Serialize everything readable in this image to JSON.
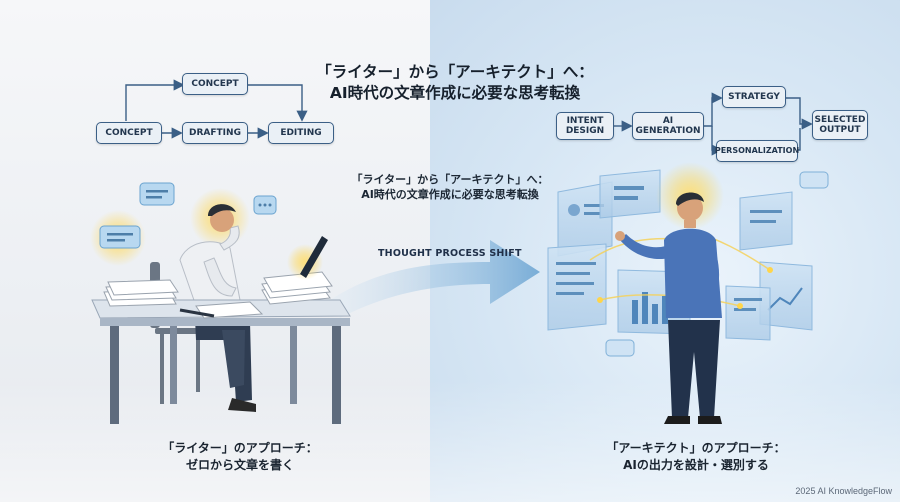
{
  "title": {
    "line1": "「ライター」から「アーキテクト」へ：",
    "line2": "AI時代の文章作成に必要な思考転換"
  },
  "subtitle": {
    "line1": "「ライター」から「アーキテクト」へ：",
    "line2": "AI時代の文章作成に必要な思考転換"
  },
  "shift_label": "THOUGHT PROCESS SHIFT",
  "writer_flow": {
    "concept_top": "CONCEPT",
    "concept": "CONCEPT",
    "drafting": "DRAFTING",
    "editing": "EDITING"
  },
  "architect_flow": {
    "intent_design": "INTENT\nDESIGN",
    "ai_generation": "AI\nGENERATION",
    "strategy": "STRATEGY",
    "personalization": "PERSONALIZATION",
    "selected_output": "SELECTED\nOUTPUT"
  },
  "captions": {
    "left_line1": "「ライター」のアプローチ：",
    "left_line2": "ゼロから文章を書く",
    "right_line1": "「アーキテクト」のアプローチ：",
    "right_line2": "AIの出力を設計・選別する"
  },
  "footer": "2025 AI KnowledgeFlow",
  "colors": {
    "node_border": "#3b5f86",
    "node_fill": "#eaf0f6",
    "arrow": "#7fb0d8",
    "glow": "#ffd54a"
  }
}
